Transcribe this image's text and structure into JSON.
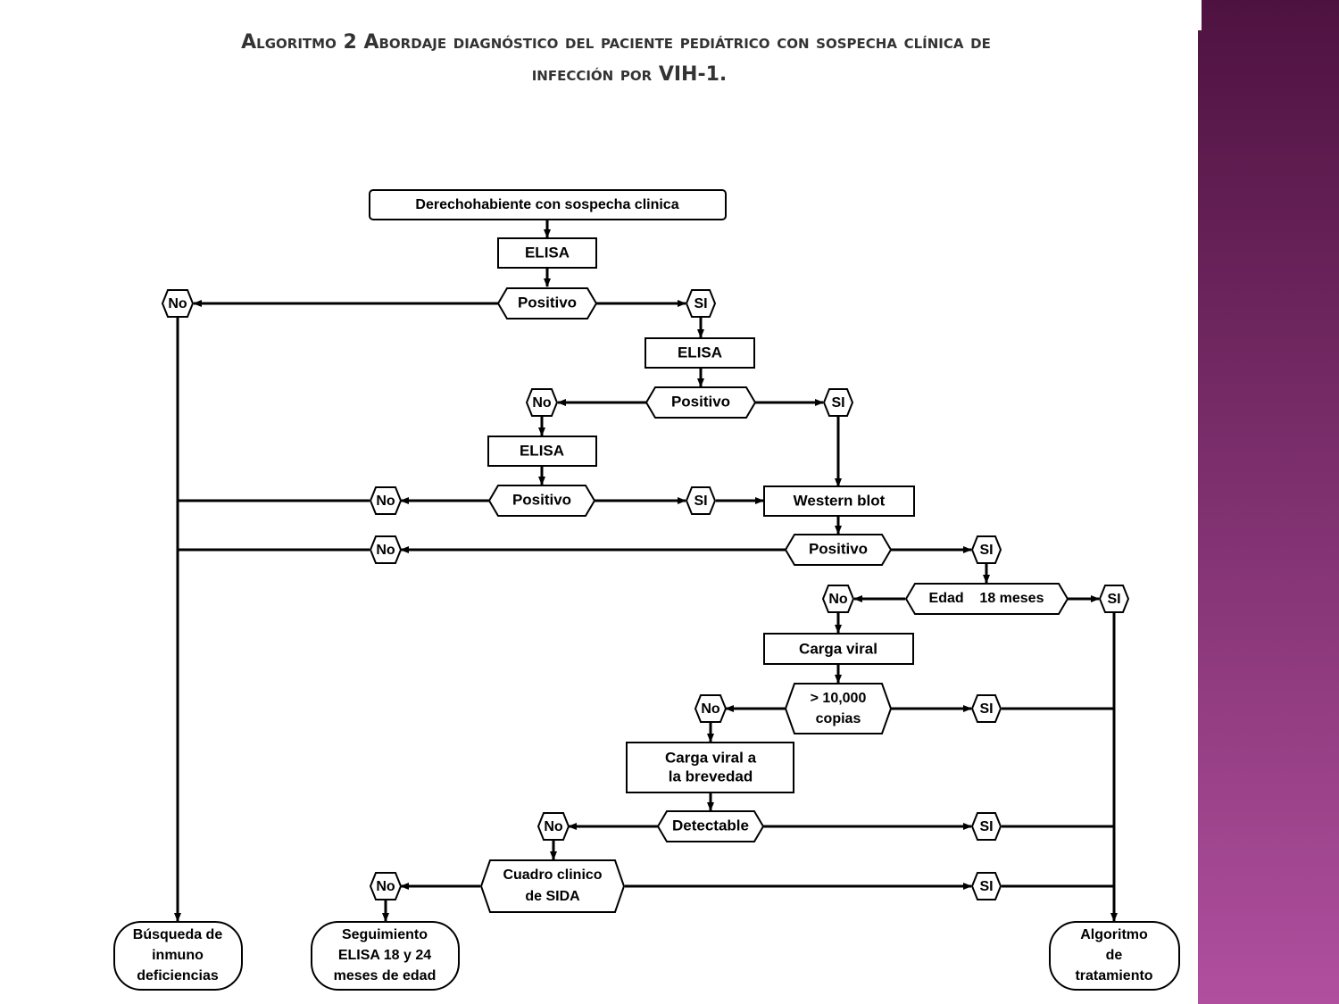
{
  "title": {
    "line1": "Algoritmo 2 Abordaje diagnóstico del paciente pediátrico con sospecha clínica de",
    "line2": "infección por VIH-1."
  },
  "colors": {
    "sidebar_top": "#4e1240",
    "sidebar_bottom": "#b04f9e",
    "line": "#000000"
  },
  "nodes": {
    "start": "Derechohabiente con sospecha clinica",
    "elisa1": "ELISA",
    "pos1": "Positivo",
    "no1": "No",
    "si1": "SI",
    "elisa2": "ELISA",
    "pos2": "Positivo",
    "no2": "No",
    "si2": "SI",
    "elisa3": "ELISA",
    "pos3": "Positivo",
    "no3": "No",
    "si3": "SI",
    "wb": "Western blot",
    "pos4": "Positivo",
    "no4": "No",
    "si4": "SI",
    "edad": "Edad    18 meses",
    "no5": "No",
    "si5": "SI",
    "carga1": "Carga viral",
    "copias_l1": "> 10,000",
    "copias_l2": "copias",
    "no6": "No",
    "si6": "SI",
    "carga2_l1": "Carga viral a",
    "carga2_l2": "la brevedad",
    "detect": "Detectable",
    "no7": "No",
    "si7": "SI",
    "sida_l1": "Cuadro clinico",
    "sida_l2": "de SIDA",
    "no8": "No",
    "si8": "SI",
    "busq_l1": "Búsqueda de",
    "busq_l2": "inmuno",
    "busq_l3": "deficiencias",
    "seg_l1": "Seguimiento",
    "seg_l2": "ELISA 18 y 24",
    "seg_l3": "meses de edad",
    "alg_l1": "Algoritmo",
    "alg_l2": "de",
    "alg_l3": "tratamiento"
  }
}
